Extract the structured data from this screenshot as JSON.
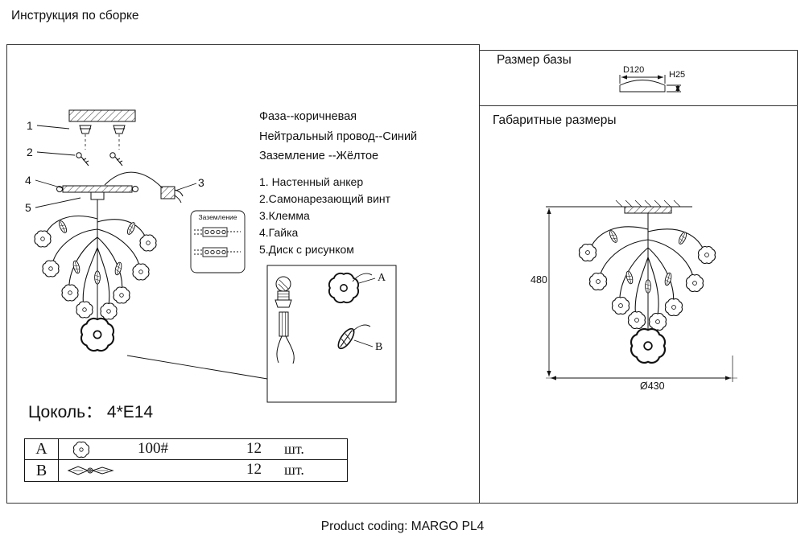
{
  "page": {
    "title": "Инструкция по сборке",
    "footer": "Product coding: MARGO PL4"
  },
  "left_panel": {
    "wire_legend": {
      "phase": "Фаза--коричневая",
      "neutral": "Нейтральный провод--Синий",
      "ground": "Заземление --Жёлтое"
    },
    "parts_list": [
      "1. Настенный анкер",
      "2.Самонарезающий винт",
      "3.Клемма",
      "4.Гайка",
      "5.Диск с рисунком"
    ],
    "callouts": {
      "c1": "1",
      "c2": "2",
      "c3": "3",
      "c4": "4",
      "c5": "5"
    },
    "grounding_box_label": "Заземление",
    "detail": {
      "label_a": "A",
      "label_b": "B"
    },
    "socket_line": "Цоколь：  4*E14",
    "table": {
      "rows": [
        {
          "letter": "A",
          "icon": "flower-icon",
          "spec": "100#",
          "qty": "12",
          "unit": "шт."
        },
        {
          "letter": "B",
          "icon": "pendant-icon",
          "spec": "",
          "qty": "12",
          "unit": "шт."
        }
      ]
    }
  },
  "right_panel": {
    "base_size": {
      "title": "Размер базы",
      "diameter_label": "D120",
      "height_label": "H25"
    },
    "overall": {
      "title": "Габаритные размеры",
      "height_label": "480",
      "diameter_label": "Ø430"
    }
  },
  "colors": {
    "line": "#111111",
    "background": "#ffffff"
  }
}
